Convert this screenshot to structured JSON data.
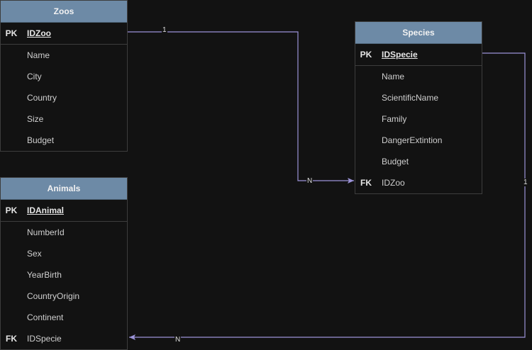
{
  "entities": {
    "zoos": {
      "title": "Zoos",
      "pk": {
        "key": "PK",
        "field": "IDZoo"
      },
      "fields": [
        "Name",
        "City",
        "Country",
        "Size",
        "Budget"
      ]
    },
    "species": {
      "title": "Species",
      "pk": {
        "key": "PK",
        "field": "IDSpecie"
      },
      "fields": [
        "Name",
        "ScientificName",
        "Family",
        "DangerExtintion",
        "Budget"
      ],
      "fk": {
        "key": "FK",
        "field": "IDZoo"
      }
    },
    "animals": {
      "title": "Animals",
      "pk": {
        "key": "PK",
        "field": "IDAnimal"
      },
      "fields": [
        "NumberId",
        "Sex",
        "YearBirth",
        "CountryOrigin",
        "Continent"
      ],
      "fk": {
        "key": "FK",
        "field": "IDSpecie"
      }
    }
  },
  "relationships": {
    "zoos_species": {
      "source_label": "1",
      "target_label": "N"
    },
    "species_animals": {
      "source_label": "1",
      "target_label": "N"
    }
  },
  "colors": {
    "background": "#121212",
    "header": "#6d8aa6",
    "connector": "#9b93d8",
    "border": "#3d3d3d"
  }
}
